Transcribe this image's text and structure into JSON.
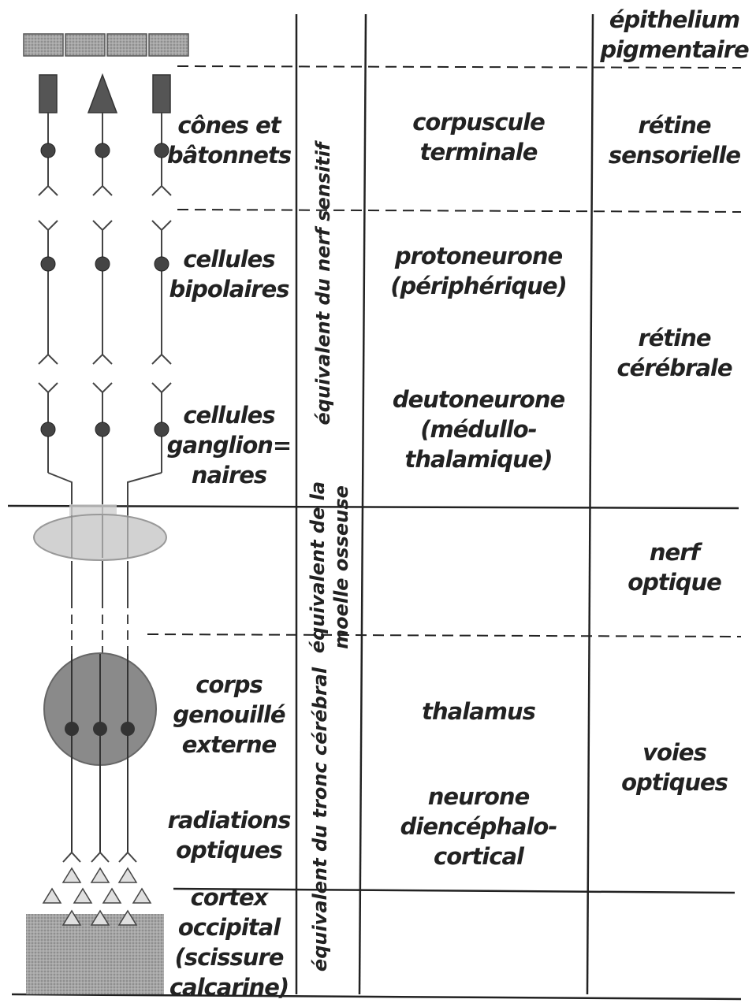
{
  "left_labels": {
    "cones": [
      "cônes et",
      "bâtonnets"
    ],
    "bipolar": [
      "cellules",
      "bipolaires"
    ],
    "ganglion": [
      "cellules",
      "ganglion=",
      "naires"
    ],
    "geniculate": [
      "corps",
      "genouillé",
      "externe"
    ],
    "radiations": [
      "radiations",
      "optiques"
    ],
    "cortex": [
      "cortex",
      "occipital",
      "(scissure",
      "calcarine)"
    ]
  },
  "vertical_labels": {
    "nerf_sensitif": "équivalent du nerf sensitif",
    "moelle": [
      "équivalent de la",
      "moelle osseuse"
    ],
    "tronc": "équivalent du tronc cérébral"
  },
  "middle_labels": {
    "corpuscule": [
      "corpuscule",
      "terminale"
    ],
    "protoneurone": [
      "protoneurone",
      "(périphérique)"
    ],
    "deutoneurone": [
      "deutoneurone",
      "(médullo-",
      "thalamique)"
    ],
    "thalamus": "thalamus",
    "diencephalo": [
      "neurone",
      "diencéphalo-",
      "cortical"
    ]
  },
  "right_labels": {
    "epithelium": [
      "épithelium",
      "pigmentaire"
    ],
    "retine_sensorielle": [
      "rétine",
      "sensorielle"
    ],
    "retine_cerebrale": [
      "rétine",
      "cérébrale"
    ],
    "nerf_optique": [
      "nerf",
      "optique"
    ],
    "voies_optiques": [
      "voies",
      "optiques"
    ]
  },
  "colors": {
    "ink": "#222222",
    "cell_fill": "#444444",
    "receptor_fill": "#555555",
    "nucleus_fill": "#8a8a8a",
    "cortex_fill": "#9a9a9a",
    "chiasm_fill": "#cfcfcf"
  }
}
